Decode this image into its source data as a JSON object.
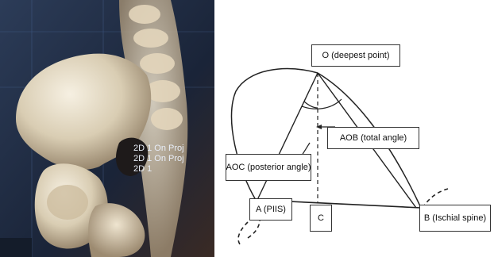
{
  "photo": {
    "overlay_lines": [
      "2D 1 On Proj",
      "2D 1 On Proj",
      "2D 1"
    ]
  },
  "diagram": {
    "labels": {
      "O": "O (deepest point)",
      "AOB": "AOB (total angle)",
      "AOC": "AOC (posterior angle)",
      "A": "A (PIIS)",
      "C": "C",
      "B": "B (Ischial spine)"
    }
  }
}
